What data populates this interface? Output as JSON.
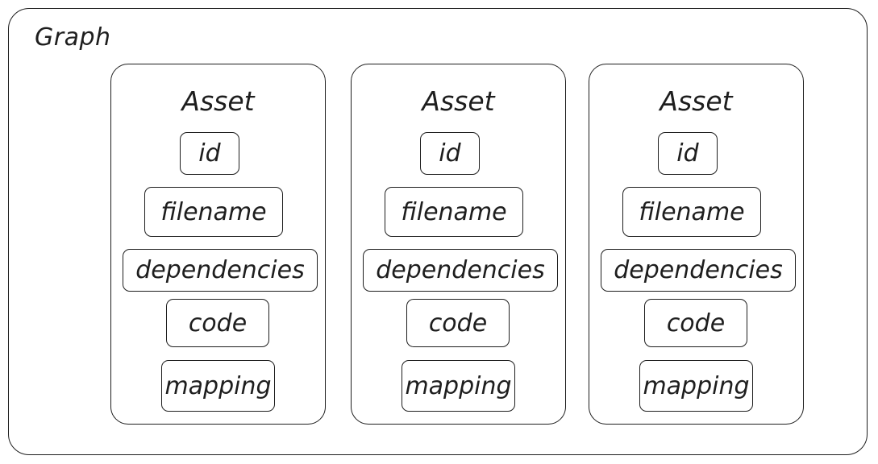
{
  "graph": {
    "title": "Graph"
  },
  "assets": [
    {
      "title": "Asset",
      "fields": [
        "id",
        "filename",
        "dependencies",
        "code",
        "mapping"
      ]
    },
    {
      "title": "Asset",
      "fields": [
        "id",
        "filename",
        "dependencies",
        "code",
        "mapping"
      ]
    },
    {
      "title": "Asset",
      "fields": [
        "id",
        "filename",
        "dependencies",
        "code",
        "mapping"
      ]
    }
  ]
}
